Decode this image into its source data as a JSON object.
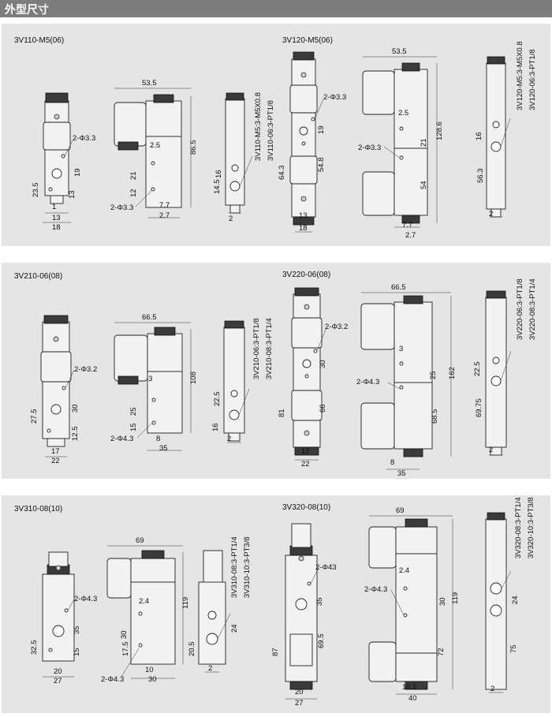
{
  "header": {
    "title": "外型尺寸"
  },
  "panels": [
    {
      "models": {
        "left": "3V110-M5(06)",
        "right": "3V120-M5(06)"
      },
      "side_left": {
        "width": "53.5",
        "height": "86.5",
        "d1": "21",
        "d2": "12",
        "d3": "2.5",
        "d4": "7.7",
        "d5": "2.7",
        "hole": "2-Φ3.3"
      },
      "front_left": {
        "hole": "2-Φ3.3",
        "d1": "19",
        "d2": "23.5",
        "d3": "13",
        "d4": "1",
        "d5": "13",
        "d6": "18"
      },
      "end_left": {
        "port1": "3V110-M5:3-M5X0.8",
        "port2": "3V110-06:3-PT1/8",
        "d1": "16",
        "d2": "14.5",
        "d3": "2"
      },
      "front_right": {
        "hole": "2-Φ3.3",
        "d1": "19",
        "d2": "54.8",
        "d3": "64.3",
        "d4": "13",
        "d5": "18"
      },
      "side_right": {
        "width": "53.5",
        "height": "128.6",
        "d1": "21",
        "d2": "54",
        "d3": "2.5",
        "d4": "7.7",
        "d5": "2.7",
        "hole": "2-Φ3.3"
      },
      "end_right": {
        "port1": "3V120-M5:3-M5X0.8",
        "port2": "3V120-06:3-PT1/8",
        "d1": "16",
        "d2": "56.3",
        "d3": "2"
      }
    },
    {
      "models": {
        "left": "3V210-06(08)",
        "right": "3V220-06(08)"
      },
      "front_left": {
        "hole": "2-Φ3.2",
        "d1": "30",
        "d2": "27.5",
        "d3": "12.5",
        "d4": "17",
        "d5": "22"
      },
      "side_left": {
        "width": "66.5",
        "height": "108",
        "d1": "25",
        "d2": "15",
        "d3": "3",
        "d4": "8",
        "d5": "35",
        "hole": "2-Φ4.3"
      },
      "end_left": {
        "port1": "3V210-06:3-PT1/8",
        "port2": "3V210-08:3-PT1/4",
        "d1": "22.5",
        "d2": "16",
        "d3": "2"
      },
      "front_right": {
        "hole": "2-Φ3.2",
        "d1": "30",
        "d2": "66",
        "d3": "81",
        "d4": "17",
        "d5": "22"
      },
      "side_right": {
        "width": "66.5",
        "height": "162",
        "d1": "25",
        "d2": "68.5",
        "d3": "3",
        "d4": "8",
        "d5": "35",
        "hole": "2-Φ4.3"
      },
      "end_right": {
        "port1": "3V220-06:3-PT1/8",
        "port2": "3V220-08:3-PT1/4",
        "d1": "22.5",
        "d2": "69.75",
        "d3": "2"
      }
    },
    {
      "models": {
        "left": "3V310-08(10)",
        "right": "3V320-08(10)"
      },
      "front_left": {
        "hole": "2-Φ4.3",
        "d1": "35",
        "d2": "32.5",
        "d3": "15",
        "d4": "20",
        "d5": "27"
      },
      "side_left": {
        "width": "69",
        "height": "119",
        "d1": "30",
        "d2": "17.5",
        "d3": "2.4",
        "d4": "10",
        "d5": "30",
        "hole": "2-Φ4.3"
      },
      "end_left": {
        "port1": "3V310-08:3-PT1/4",
        "port2": "3V310-10:3-PT3/8",
        "d1": "24",
        "d2": "20.5",
        "d3": "2"
      },
      "front_right": {
        "hole": "2-Φ43",
        "d1": "35",
        "d2": "69.5",
        "d3": "87",
        "d4": "20",
        "d5": "27"
      },
      "side_right": {
        "width": "69",
        "height": "119",
        "d1": "30",
        "d2": "72",
        "d3": "2.4",
        "d4": "10.5",
        "d5": "40",
        "hole": "2-Φ4.3"
      },
      "end_right": {
        "port1": "3V320-08:3-PT1/4",
        "port2": "3V320-10:3-PT3/8",
        "d1": "24",
        "d2": "75",
        "d3": "2"
      }
    }
  ]
}
